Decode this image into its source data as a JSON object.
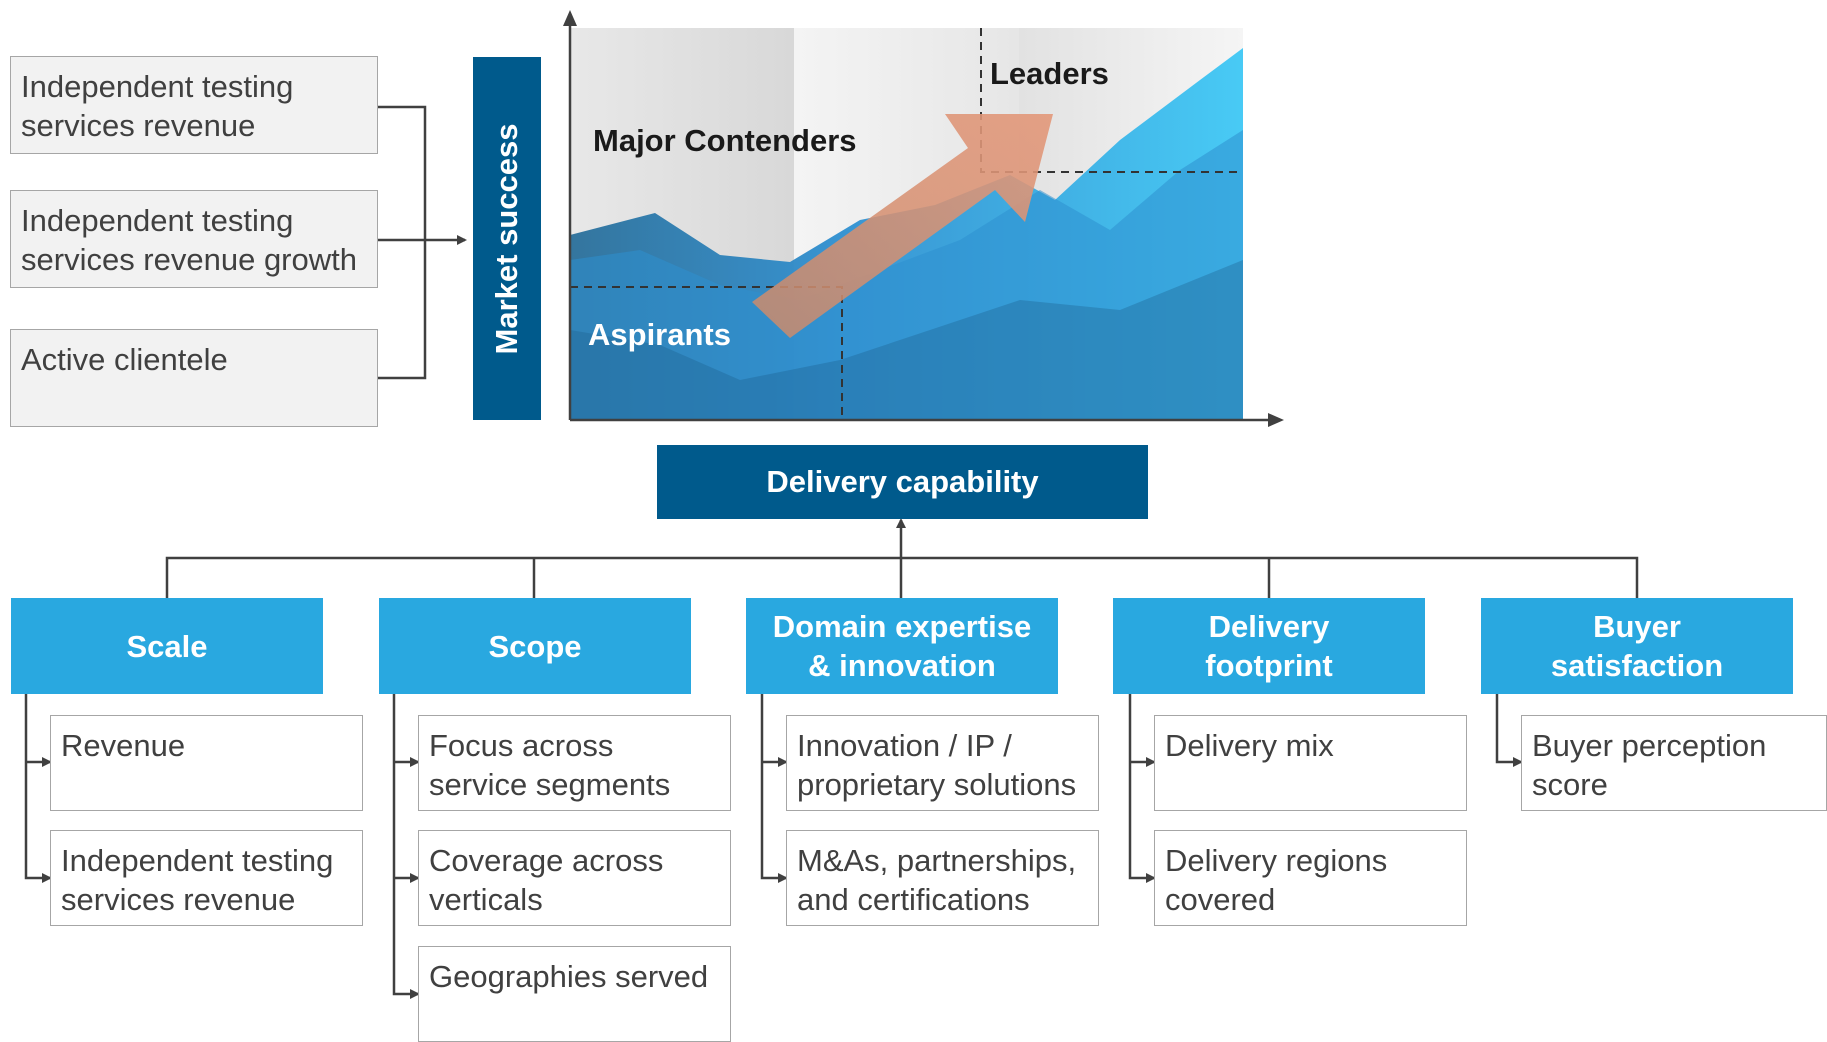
{
  "market_success": {
    "label": "Market success",
    "inputs": [
      "Independent testing\nservices revenue",
      "Independent testing\nservices revenue growth",
      "Active clientele"
    ]
  },
  "matrix": {
    "aspirants": "Aspirants",
    "major_contenders": "Major Contenders",
    "leaders": "Leaders"
  },
  "delivery_capability": {
    "label": "Delivery capability"
  },
  "categories": [
    {
      "label": "Scale",
      "items": [
        "Revenue",
        "Independent testing\nservices revenue"
      ]
    },
    {
      "label": "Scope",
      "items": [
        "Focus across\nservice segments",
        "Coverage across\nverticals",
        "Geographies served"
      ]
    },
    {
      "label": "Domain expertise\n& innovation",
      "items": [
        "Innovation / IP /\nproprietary solutions",
        "M&As, partnerships,\nand certifications"
      ]
    },
    {
      "label": "Delivery\nfootprint",
      "items": [
        "Delivery mix",
        "Delivery regions\ncovered"
      ]
    },
    {
      "label": "Buyer\nsatisfaction",
      "items": [
        "Buyer perception\nscore"
      ]
    }
  ],
  "colors": {
    "dark_blue": "#005a8c",
    "light_blue": "#29a8e0",
    "box_gray": "#f2f2f2",
    "connector": "#404040"
  }
}
